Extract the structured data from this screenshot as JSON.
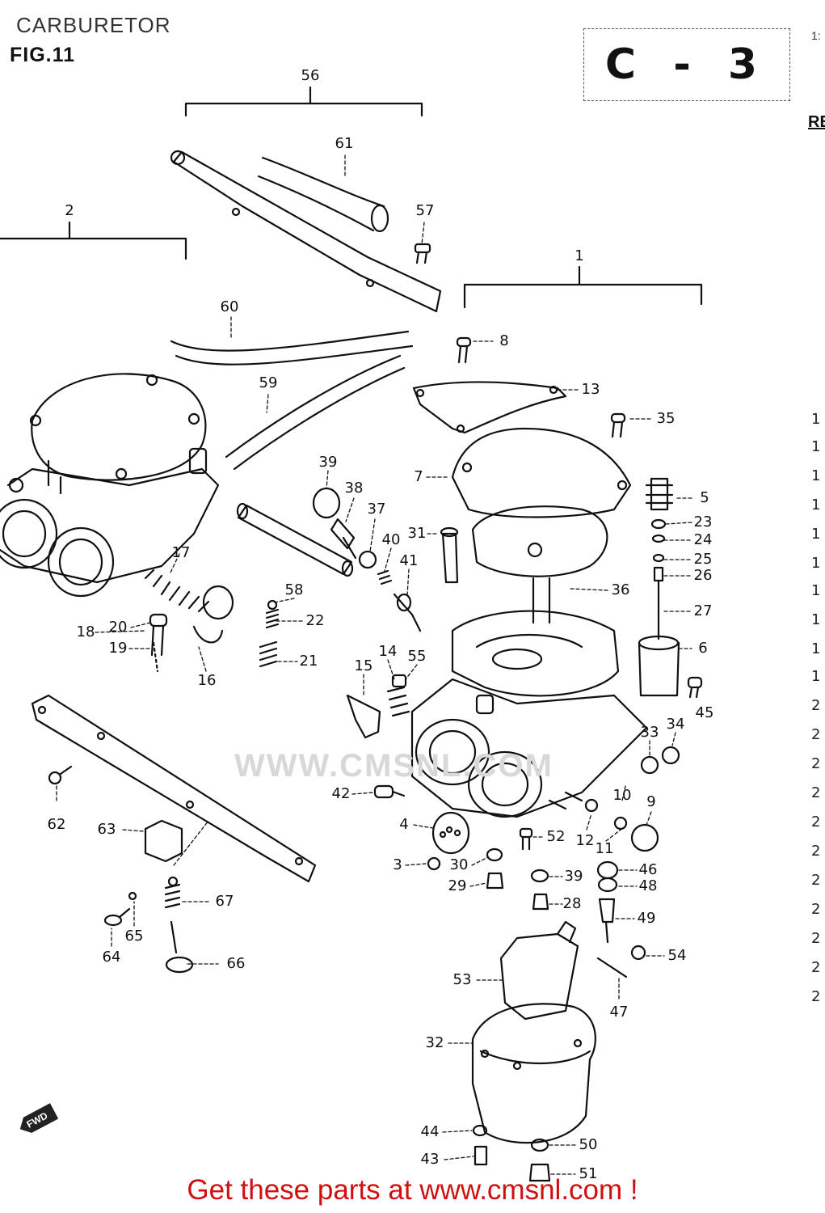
{
  "header": {
    "title": "CARBURETOR",
    "figure": "FIG.11",
    "section_code": "C - 3",
    "edge_top": "1:",
    "edge_re": "RE"
  },
  "callouts": [
    {
      "id": "c1",
      "label": "1"
    },
    {
      "id": "c2",
      "label": "2"
    },
    {
      "id": "c3",
      "label": "3"
    },
    {
      "id": "c4",
      "label": "4"
    },
    {
      "id": "c5",
      "label": "5"
    },
    {
      "id": "c6",
      "label": "6"
    },
    {
      "id": "c7",
      "label": "7"
    },
    {
      "id": "c8",
      "label": "8"
    },
    {
      "id": "c9",
      "label": "9"
    },
    {
      "id": "c10",
      "label": "10"
    },
    {
      "id": "c11",
      "label": "11"
    },
    {
      "id": "c12",
      "label": "12"
    },
    {
      "id": "c13",
      "label": "13"
    },
    {
      "id": "c14",
      "label": "14"
    },
    {
      "id": "c15",
      "label": "15"
    },
    {
      "id": "c16",
      "label": "16"
    },
    {
      "id": "c17",
      "label": "17"
    },
    {
      "id": "c18",
      "label": "18"
    },
    {
      "id": "c19",
      "label": "19"
    },
    {
      "id": "c20",
      "label": "20"
    },
    {
      "id": "c21",
      "label": "21"
    },
    {
      "id": "c22",
      "label": "22"
    },
    {
      "id": "c23",
      "label": "23"
    },
    {
      "id": "c24",
      "label": "24"
    },
    {
      "id": "c25",
      "label": "25"
    },
    {
      "id": "c26",
      "label": "26"
    },
    {
      "id": "c27",
      "label": "27"
    },
    {
      "id": "c28",
      "label": "28"
    },
    {
      "id": "c29",
      "label": "29"
    },
    {
      "id": "c30",
      "label": "30"
    },
    {
      "id": "c31",
      "label": "31"
    },
    {
      "id": "c32",
      "label": "32"
    },
    {
      "id": "c33",
      "label": "33"
    },
    {
      "id": "c34",
      "label": "34"
    },
    {
      "id": "c35",
      "label": "35"
    },
    {
      "id": "c36",
      "label": "36"
    },
    {
      "id": "c37",
      "label": "37"
    },
    {
      "id": "c38",
      "label": "38"
    },
    {
      "id": "c39a",
      "label": "39"
    },
    {
      "id": "c39b",
      "label": "39"
    },
    {
      "id": "c40",
      "label": "40"
    },
    {
      "id": "c41",
      "label": "41"
    },
    {
      "id": "c42",
      "label": "42"
    },
    {
      "id": "c43",
      "label": "43"
    },
    {
      "id": "c44",
      "label": "44"
    },
    {
      "id": "c45",
      "label": "45"
    },
    {
      "id": "c46",
      "label": "46"
    },
    {
      "id": "c47",
      "label": "47"
    },
    {
      "id": "c48",
      "label": "48"
    },
    {
      "id": "c49",
      "label": "49"
    },
    {
      "id": "c50",
      "label": "50"
    },
    {
      "id": "c51",
      "label": "51"
    },
    {
      "id": "c52",
      "label": "52"
    },
    {
      "id": "c53",
      "label": "53"
    },
    {
      "id": "c54",
      "label": "54"
    },
    {
      "id": "c55",
      "label": "55"
    },
    {
      "id": "c56",
      "label": "56"
    },
    {
      "id": "c57",
      "label": "57"
    },
    {
      "id": "c58",
      "label": "58"
    },
    {
      "id": "c59",
      "label": "59"
    },
    {
      "id": "c60",
      "label": "60"
    },
    {
      "id": "c61",
      "label": "61"
    },
    {
      "id": "c62",
      "label": "62"
    },
    {
      "id": "c63",
      "label": "63"
    },
    {
      "id": "c64",
      "label": "64"
    },
    {
      "id": "c65",
      "label": "65"
    },
    {
      "id": "c66",
      "label": "66"
    },
    {
      "id": "c67",
      "label": "67"
    }
  ],
  "edge_numbers": [
    "1",
    "1",
    "1",
    "1",
    "1",
    "1",
    "1",
    "1",
    "1",
    "1",
    "2",
    "2",
    "2",
    "2",
    "2",
    "2",
    "2",
    "2",
    "2",
    "2",
    "2"
  ],
  "fwd_badge": "FWD",
  "watermark": "WWW.CMSNL.COM",
  "footer": "Get these parts at www.cmsnl.com !",
  "colors": {
    "ink": "#111111",
    "footer": "#d01010",
    "watermark": "#d8d8d8"
  }
}
